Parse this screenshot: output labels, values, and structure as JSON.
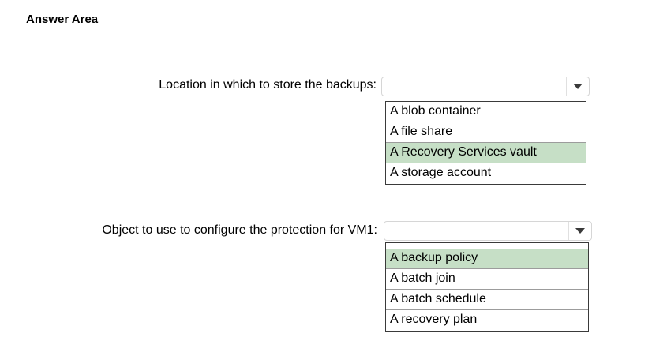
{
  "heading": "Answer Area",
  "questions": [
    {
      "label": "Location in which to store the backups:",
      "options": [
        {
          "text": "A blob container",
          "selected": false
        },
        {
          "text": "A file share",
          "selected": false
        },
        {
          "text": "A Recovery Services vault",
          "selected": true
        },
        {
          "text": "A storage account",
          "selected": false
        }
      ]
    },
    {
      "label": "Object to use to configure the protection for VM1:",
      "options": [
        {
          "text": "A backup policy",
          "selected": true
        },
        {
          "text": "A batch join",
          "selected": false
        },
        {
          "text": "A batch schedule",
          "selected": false
        },
        {
          "text": "A recovery plan",
          "selected": false
        }
      ]
    }
  ],
  "colors": {
    "selected_background": "#c6dfc6",
    "list_border": "#3a3a3a"
  },
  "icons": {
    "dropdown_caret": "caret-down-icon"
  }
}
